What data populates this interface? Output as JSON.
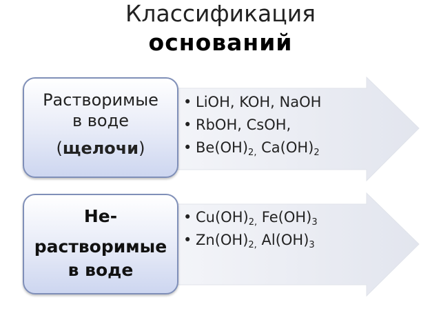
{
  "title": {
    "line1": "Классификация",
    "line2": "оснований"
  },
  "colors": {
    "box_border": "#7f8fb8",
    "box_gradient_bottom": "#cdd6f0",
    "arrow_fill": "#eceef4"
  },
  "groups": [
    {
      "heading_line1": "Растворимые",
      "heading_line2": "в воде",
      "heading_paren_open": "(",
      "heading_bold": "щелочи",
      "heading_paren_close": ")",
      "items": [
        {
          "bullet": "•",
          "parts": [
            {
              "t": "LiOH, KOH, NaOH"
            }
          ]
        },
        {
          "bullet": "•",
          "parts": [
            {
              "t": "RbOH, CsOH,"
            }
          ]
        },
        {
          "bullet": "•",
          "parts": [
            {
              "t": "Be(OH)"
            },
            {
              "sub": "2,"
            },
            {
              "t": " Ca(OH)"
            },
            {
              "sub": "2"
            }
          ]
        }
      ]
    },
    {
      "heading_line1": "Не-",
      "heading_line2": "растворимые",
      "heading_line3": "в воде",
      "items": [
        {
          "bullet": "•",
          "parts": [
            {
              "t": "Cu(OH)"
            },
            {
              "sub": "2,"
            },
            {
              "t": " Fe(OH)"
            },
            {
              "sub": "3"
            }
          ]
        },
        {
          "bullet": "•",
          "parts": [
            {
              "t": "Zn(OH)"
            },
            {
              "sub": "2,"
            },
            {
              "t": "  Al(OH)"
            },
            {
              "sub": "3"
            }
          ]
        }
      ]
    }
  ]
}
